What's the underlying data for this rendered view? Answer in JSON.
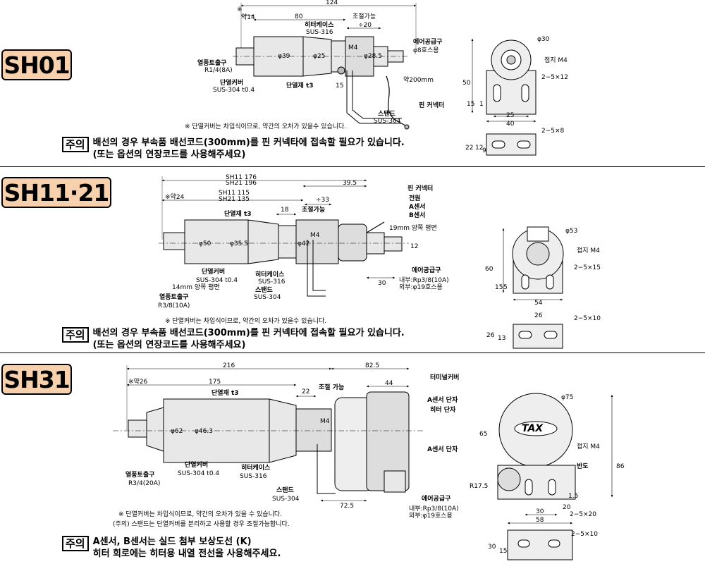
{
  "sh01": {
    "model": "SH01",
    "dims": {
      "total": "124",
      "approx": "약14",
      "approx_mark": "※",
      "body": "80",
      "adjust": "조절가능",
      "adjust_val": "÷20",
      "d39": "φ39",
      "d25": "φ25",
      "d285": "φ28.5",
      "m4": "M4",
      "w15": "15",
      "w200": "약200mm",
      "d30": "φ30",
      "h50": "50",
      "h15": "15",
      "h1": "1",
      "w25": "25",
      "w40": "40",
      "h22": "22",
      "h12": "12",
      "h9": "9"
    },
    "labels": {
      "heater_case": "히터케이스",
      "heater_case_mat": "SUS-316",
      "air_port": "에어공급구",
      "air_port_size": "φ8호스용",
      "hot_air": "열풍토출구",
      "hot_air_size": "R1/4(8A)",
      "insul_cover": "단열커버",
      "insul_cover_mat": "SUS-304 t0.4",
      "insul_mat": "단열재 t3",
      "stand": "스탠드",
      "stand_mat": "SUS-304",
      "pin_conn": "핀 커넥터",
      "ground": "접지 M4",
      "holes1": "2−5×12",
      "holes2": "2−5×8"
    },
    "note": "※ 단열커버는 차입식이므로, 약간의 오차가 있을수 있습니다.",
    "caution_tag": "주의",
    "caution1": "배선의 경우 부속품 배선코드(300mm)를 핀 커넥타에 접속할 필요가 있습니다.",
    "caution2": "(또는 옵션의 연장코드를 사용해주세요)"
  },
  "sh11": {
    "model": "SH11·21",
    "dims": {
      "sh11_total": "SH11   176",
      "sh21_total": "SH21   196",
      "w395": "39.5",
      "approx": "※약24",
      "sh11_body": "SH11   115",
      "sh21_body": "SH21   135",
      "adjust_val": "÷33",
      "adjust": "조절가능",
      "w18": "18",
      "d50": "φ50",
      "d355": "φ35.5",
      "d42": "φ42",
      "m4": "M4",
      "w30": "30",
      "d12": "12",
      "d53": "φ53",
      "h60": "60",
      "h15": "15",
      "h5": "5",
      "w54": "54",
      "w26": "26",
      "h26": "26",
      "h13": "13"
    },
    "labels": {
      "insul_mat": "단열재 t3",
      "pin_conn": "핀 커넥터",
      "power": "전원",
      "a_sensor": "A센서",
      "b_sensor": "B센서",
      "flat19": "19mm 양쪽 평면",
      "insul_cover": "단열커버",
      "insul_cover_mat": "SUS-304 t0.4",
      "heater_case": "히터케이스",
      "heater_case_mat": "SUS-316",
      "stand": "스탠드",
      "stand_mat": "SUS-304",
      "flat14": "14mm 양쪽 평면",
      "hot_air": "열풍토출구",
      "hot_air_size": "R3/8(10A)",
      "air_port": "에어공급구",
      "air_in": "내부:Rp3/8(10A)",
      "air_out": "외부:φ19호스용",
      "ground": "접지 M4",
      "holes1": "2−5×15",
      "holes2": "2−5×10"
    },
    "note": "※ 단열커버는 차입식이므로, 약간의 오차가 있을수 있습니다.",
    "caution_tag": "주의",
    "caution1": "배선의 경우 부속품 배선코드(300mm)를 핀 커넥타에 접속할 필요가 있습니다.",
    "caution2": "(또는 옵션의 연장코드를 사용해주세요)"
  },
  "sh31": {
    "model": "SH31",
    "dims": {
      "total": "216",
      "w825": "82.5",
      "approx": "※약26",
      "body": "175",
      "w22": "22",
      "adjust": "조절\n가능",
      "w44": "44",
      "d62": "φ62",
      "d463": "φ46.3",
      "m4": "M4",
      "w725": "72.5",
      "d75": "φ75",
      "w65": "65",
      "h86": "86",
      "r175": "R17.5",
      "h15": "1.5",
      "h20": "20",
      "w30": "30",
      "w58": "58",
      "h30": "30",
      "h15b": "15"
    },
    "labels": {
      "terminal_cover": "터미널커버",
      "a_sensor_term": "A센서 단자",
      "heater_term": "히터 단자",
      "a_sensor_term2": "A센서 단자",
      "insul_mat": "단열재 t3",
      "insul_cover": "단열커버",
      "insul_cover_mat": "SUS-304 t0.4",
      "heater_case": "히터케이스",
      "heater_case_mat": "SUS-316",
      "hot_air": "열풍토출구",
      "hot_air_size": "R3/4(20A)",
      "stand": "스탠드",
      "stand_mat": "SUS-304",
      "air_port": "에어공급구",
      "air_in": "내부:Rp3/8(10A)",
      "air_out": "외부:φ19호스용",
      "ground": "접지 M4",
      "band": "반도",
      "holes1": "2−5×20",
      "holes2": "2−5×10",
      "logo": "TAX"
    },
    "note1": "※ 단열커버는 차입식이므로, 약간의 오차가 있을 수 있습니다.",
    "note2": "(주의) 스탠드는 단열커버를 분리하고 사용할 경우 조절가능합니다.",
    "caution_tag": "주의",
    "caution1": "A센서, B센서는 실드 첨부 보상도선 (K)",
    "caution2": "히터 회로에는 히터용 내열 전선을 사용해주세요."
  }
}
